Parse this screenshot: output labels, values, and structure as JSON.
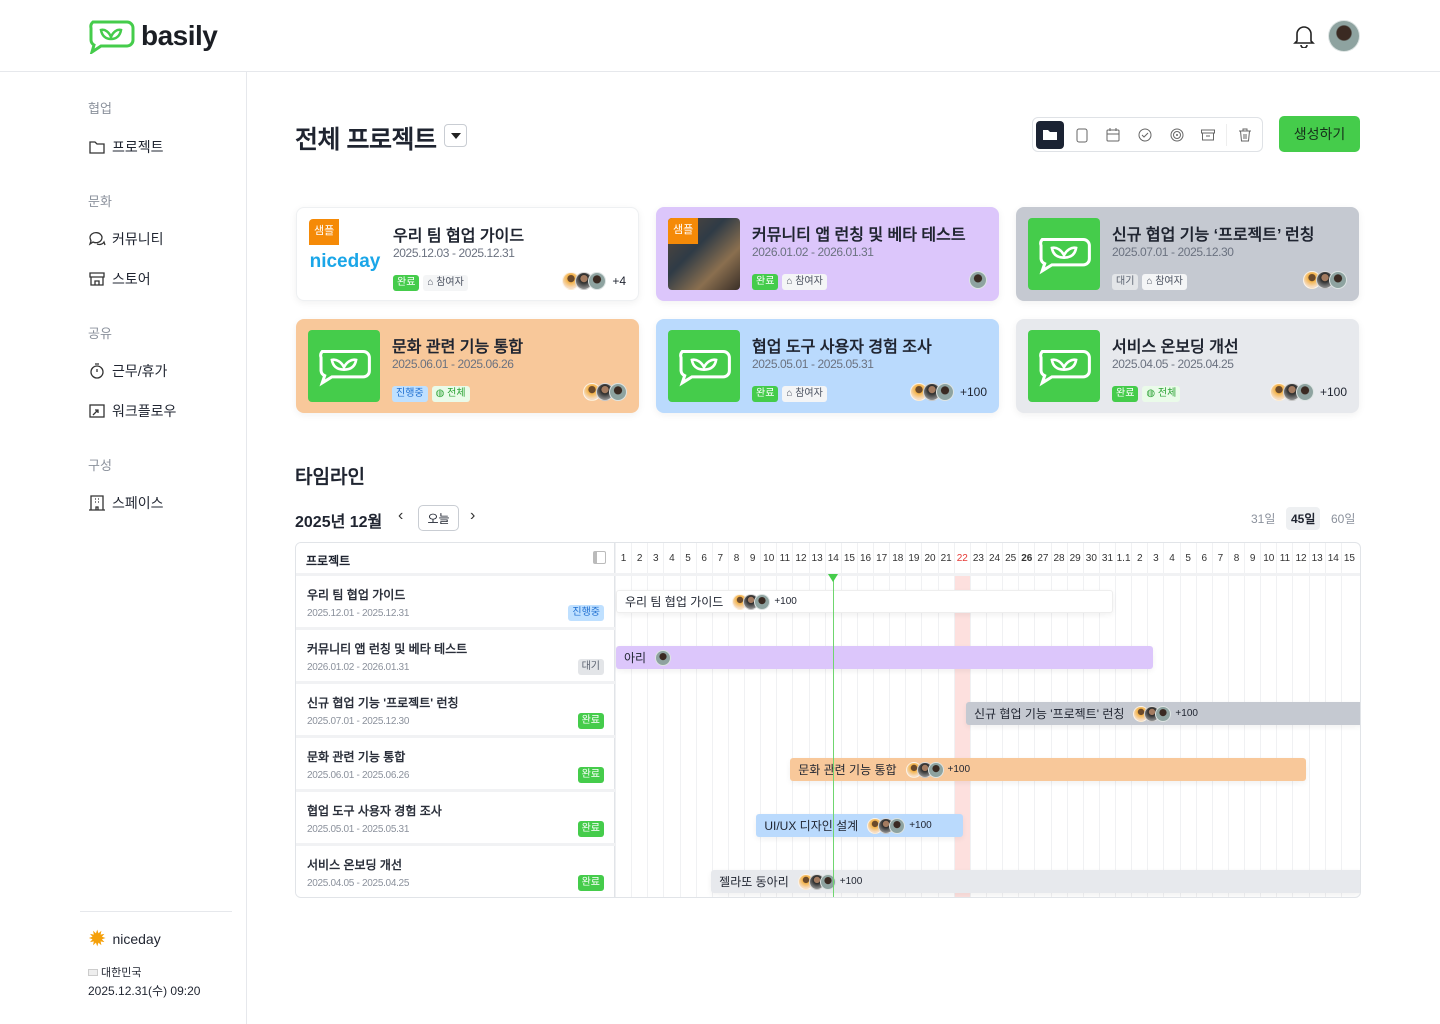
{
  "brand": {
    "name": "basily",
    "accent": "#45CC4B"
  },
  "sidebar": {
    "sections": [
      {
        "label": "협업",
        "items": [
          {
            "label": "프로젝트",
            "icon": "folder-icon"
          }
        ]
      },
      {
        "label": "문화",
        "items": [
          {
            "label": "커뮤니티",
            "icon": "chat-icon"
          },
          {
            "label": "스토어",
            "icon": "store-icon"
          }
        ]
      },
      {
        "label": "공유",
        "items": [
          {
            "label": "근무/휴가",
            "icon": "stopwatch-icon"
          },
          {
            "label": "워크플로우",
            "icon": "workflow-icon"
          }
        ]
      },
      {
        "label": "구성",
        "items": [
          {
            "label": "스페이스",
            "icon": "building-icon"
          }
        ]
      }
    ],
    "footer": {
      "workspace": "niceday",
      "country": "대한민국",
      "datetime": "2025.12.31(수) 09:20"
    }
  },
  "main": {
    "title": "전체 프로젝트",
    "create_label": "생성하기",
    "cards": [
      {
        "title": "우리 팀 협업 가이드",
        "date": "2025.12.03 - 2025.12.31",
        "status": "완료",
        "scope": "참여자",
        "more": "+4",
        "badge": "샘플",
        "thumb_text": "niceday",
        "bg": "#ffffff"
      },
      {
        "title": "커뮤니티 앱 런칭 및 베타 테스트",
        "date": "2026.01.02 - 2026.01.31",
        "status": "완료",
        "scope": "참여자",
        "more": "",
        "badge": "샘플",
        "bg": "#dcc6fb"
      },
      {
        "title": "신규 협업 기능 ‘프로젝트’ 런칭",
        "date": "2025.07.01 - 2025.12.30",
        "status": "대기",
        "scope": "참여자",
        "more": "",
        "bg": "#c5c9d1"
      },
      {
        "title": "문화 관련 기능 통합",
        "date": "2025.06.01 - 2025.06.26",
        "status": "진행중",
        "scope": "전체",
        "more": "",
        "bg": "#f8c89a"
      },
      {
        "title": "협업 도구 사용자 경험 조사",
        "date": "2025.05.01 - 2025.05.31",
        "status": "완료",
        "scope": "참여자",
        "more": "+100",
        "bg": "#badafd"
      },
      {
        "title": "서비스 온보딩 개선",
        "date": "2025.04.05 - 2025.04.25",
        "status": "완료",
        "scope": "전체",
        "more": "+100",
        "bg": "#e7e9ed"
      }
    ]
  },
  "timeline": {
    "title": "타임라인",
    "month": "2025년 12월",
    "today_label": "오늘",
    "ranges": [
      "31일",
      "45일",
      "60일"
    ],
    "selected_range": "45일",
    "column_header": "프로젝트",
    "days": [
      "1",
      "2",
      "3",
      "4",
      "5",
      "6",
      "7",
      "8",
      "9",
      "10",
      "11",
      "12",
      "13",
      "14",
      "15",
      "16",
      "17",
      "18",
      "19",
      "20",
      "21",
      "22",
      "23",
      "24",
      "25",
      "26",
      "27",
      "28",
      "29",
      "30",
      "31",
      "1.1",
      "2",
      "3",
      "4",
      "5",
      "6",
      "7",
      "8",
      "9",
      "10",
      "11",
      "12",
      "13",
      "14",
      "15"
    ],
    "today_index": 13,
    "holiday_index": 21,
    "bold_index": 25,
    "rows": [
      {
        "name": "우리 팀 협업 가이드",
        "date": "2025.12.01 - 2025.12.31",
        "status": "진행중"
      },
      {
        "name": "커뮤니티 앱 런칭 및 베타 테스트",
        "date": "2026.01.02 - 2026.01.31",
        "status": "대기"
      },
      {
        "name": "신규 협업 기능 '프로젝트' 런칭",
        "date": "2025.07.01 - 2025.12.30",
        "status": "완료"
      },
      {
        "name": "문화 관련 기능 통합",
        "date": "2025.06.01 - 2025.06.26",
        "status": "완료"
      },
      {
        "name": "협업 도구 사용자 경험 조사",
        "date": "2025.05.01 - 2025.05.31",
        "status": "완료"
      },
      {
        "name": "서비스 온보딩 개선",
        "date": "2025.04.05 - 2025.04.25",
        "status": "완료"
      }
    ],
    "bars": [
      {
        "label": "우리 팀 협업 가이드",
        "more": "+100",
        "start": 0,
        "end": 30.8,
        "avatars": 3,
        "color": "#ffffff"
      },
      {
        "label": "아리",
        "more": "",
        "start": 0,
        "end": 33.3,
        "avatars": 1,
        "color": "#dcc6fb"
      },
      {
        "label": "신규 협업 기능 '프로젝트' 런칭",
        "more": "+100",
        "start": 21.7,
        "end": 46.3,
        "avatars": 3,
        "color": "#c5c9d1"
      },
      {
        "label": "문화 관련 기능 통합",
        "more": "+100",
        "start": 10.8,
        "end": 42.8,
        "avatars": 3,
        "color": "#f8c89a"
      },
      {
        "label": "UI/UX 디자인 설계",
        "more": "+100",
        "start": 8.7,
        "end": 21.5,
        "avatars": 3,
        "color": "#badafd"
      },
      {
        "label": "젤라또 동아리",
        "more": "+100",
        "start": 5.9,
        "end": 46.3,
        "avatars": 3,
        "color": "#e7e9ed"
      }
    ]
  }
}
